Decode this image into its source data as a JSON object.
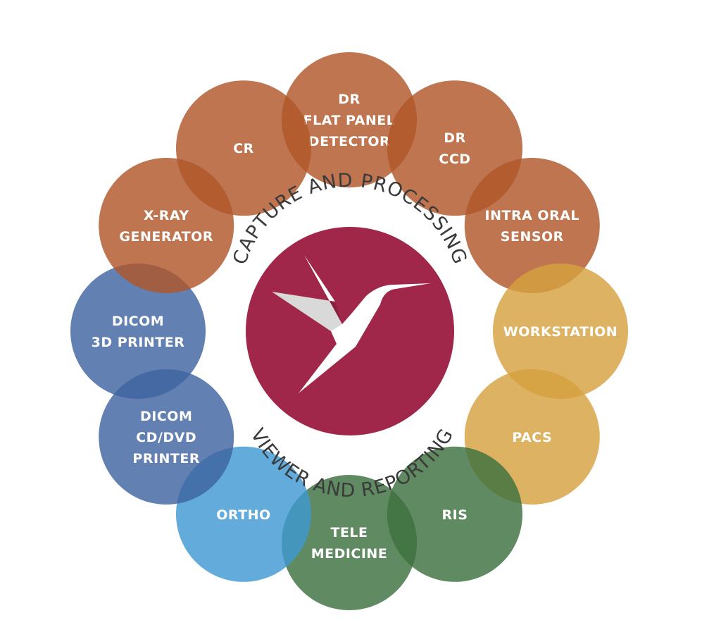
{
  "colors": {
    "brown": "#b0572a",
    "gold": "#d6a13f",
    "green": "#3d7040",
    "light_blue": "#3f99d2",
    "dark_blue": "#3f64a0",
    "center": "#a0274a",
    "bird": "#ffffff",
    "ring_text": "#3a3a3a"
  },
  "center": {
    "top_arc_text": "CAPTURE AND PROCESSING",
    "bottom_arc_text": "VIEWER AND REPORTING",
    "logo_icon": "hummingbird-icon"
  },
  "nodes": [
    {
      "id": "dr-flat-panel-detector",
      "lines": [
        "DR",
        "FLAT PANEL",
        "DETECTOR"
      ],
      "color": "brown"
    },
    {
      "id": "dr-ccd",
      "lines": [
        "DR",
        "CCD"
      ],
      "color": "brown"
    },
    {
      "id": "intra-oral-sensor",
      "lines": [
        "INTRA ORAL",
        "SENSOR"
      ],
      "color": "brown"
    },
    {
      "id": "workstation",
      "lines": [
        "WORKSTATION"
      ],
      "color": "gold"
    },
    {
      "id": "pacs",
      "lines": [
        "PACS"
      ],
      "color": "gold"
    },
    {
      "id": "ris",
      "lines": [
        "RIS"
      ],
      "color": "green"
    },
    {
      "id": "tele-medicine",
      "lines": [
        "TELE",
        "MEDICINE"
      ],
      "color": "green"
    },
    {
      "id": "ortho",
      "lines": [
        "ORTHO"
      ],
      "color": "light_blue"
    },
    {
      "id": "dicom-cd-dvd-printer",
      "lines": [
        "DICOM",
        "CD/DVD",
        "PRINTER"
      ],
      "color": "dark_blue"
    },
    {
      "id": "dicom-3d-printer",
      "lines": [
        "DICOM",
        "3D PRINTER"
      ],
      "color": "dark_blue"
    },
    {
      "id": "x-ray-generator",
      "lines": [
        "X-RAY",
        "GENERATOR"
      ],
      "color": "brown"
    },
    {
      "id": "cr",
      "lines": [
        "CR"
      ],
      "color": "brown"
    }
  ]
}
